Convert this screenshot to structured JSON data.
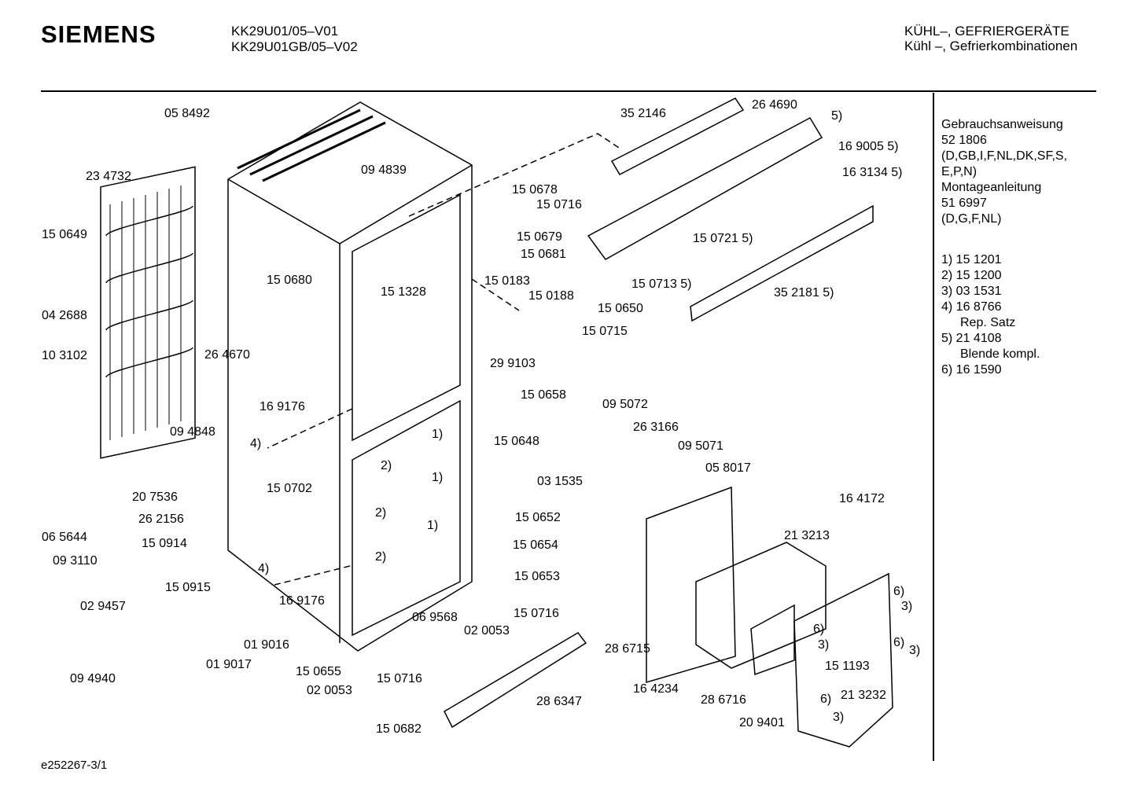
{
  "header": {
    "brand": "SIEMENS",
    "model_1": "KK29U01/05–V01",
    "model_2": "KK29U01GB/05–V02",
    "title_1": "KÜHL–, GEFRIERGERÄTE",
    "title_2": "Kühl –, Gefrierkombinationen"
  },
  "side_notes": [
    "Gebrauchsanweisung",
    "52 1806",
    "(D,GB,I,F,NL,DK,SF,S,",
    "E,P,N)",
    "Montageanleitung",
    "51 6997",
    "(D,G,F,NL)",
    "",
    "",
    "1) 15 1201",
    "2) 15 1200",
    "3) 03 1531",
    "4) 16 8766",
    "    Rep. Satz",
    "5) 21 4108",
    "    Blende kompl.",
    "6) 16 1590"
  ],
  "footer": {
    "doc_id": "e252267-3/1"
  },
  "part_labels": [
    "05 8492",
    "23 4732",
    "15 0649",
    "04 2688",
    "10 3102",
    "26 4670",
    "09 4848",
    "20 7536",
    "26 2156",
    "15 0914",
    "06 5644",
    "09 3110",
    "15 0915",
    "02 9457",
    "09 4940",
    "01 9016",
    "01 9017",
    "15 0655",
    "02 0053",
    "15 0716",
    "15 0682",
    "28 6347",
    "06 9568",
    "02 0053",
    "15 0716",
    "15 0653",
    "15 0652",
    "15 0654",
    "09 4839",
    "15 0680",
    "15 1328",
    "169 176",
    "4)",
    "15 0702",
    "16 9176",
    "4)",
    "1)",
    "1)",
    "1)",
    "2)",
    "2)",
    "2)",
    "35 2146",
    "26 4690",
    "5)",
    "16 9005 5)",
    "16 3134 5)",
    "15 0678",
    "15 0716",
    "15 0679",
    "15 0681",
    "15 0721 5)",
    "15 0713 5)",
    "35 2181 5)",
    "15 0183",
    "15 0188",
    "15 0650",
    "15 0715",
    "29 9103",
    "15 0658",
    "15 0648",
    "09 5072",
    "26 3166",
    "09 5071",
    "03 1535",
    "05 8017",
    "16 4172",
    "21 3213",
    "28 6715",
    "16 4234",
    "28 6716",
    "20 9401",
    "21 3232",
    "15 1193",
    "6)",
    "3)",
    "6)",
    "3)",
    "6)",
    "3)",
    "6)",
    "3)"
  ]
}
